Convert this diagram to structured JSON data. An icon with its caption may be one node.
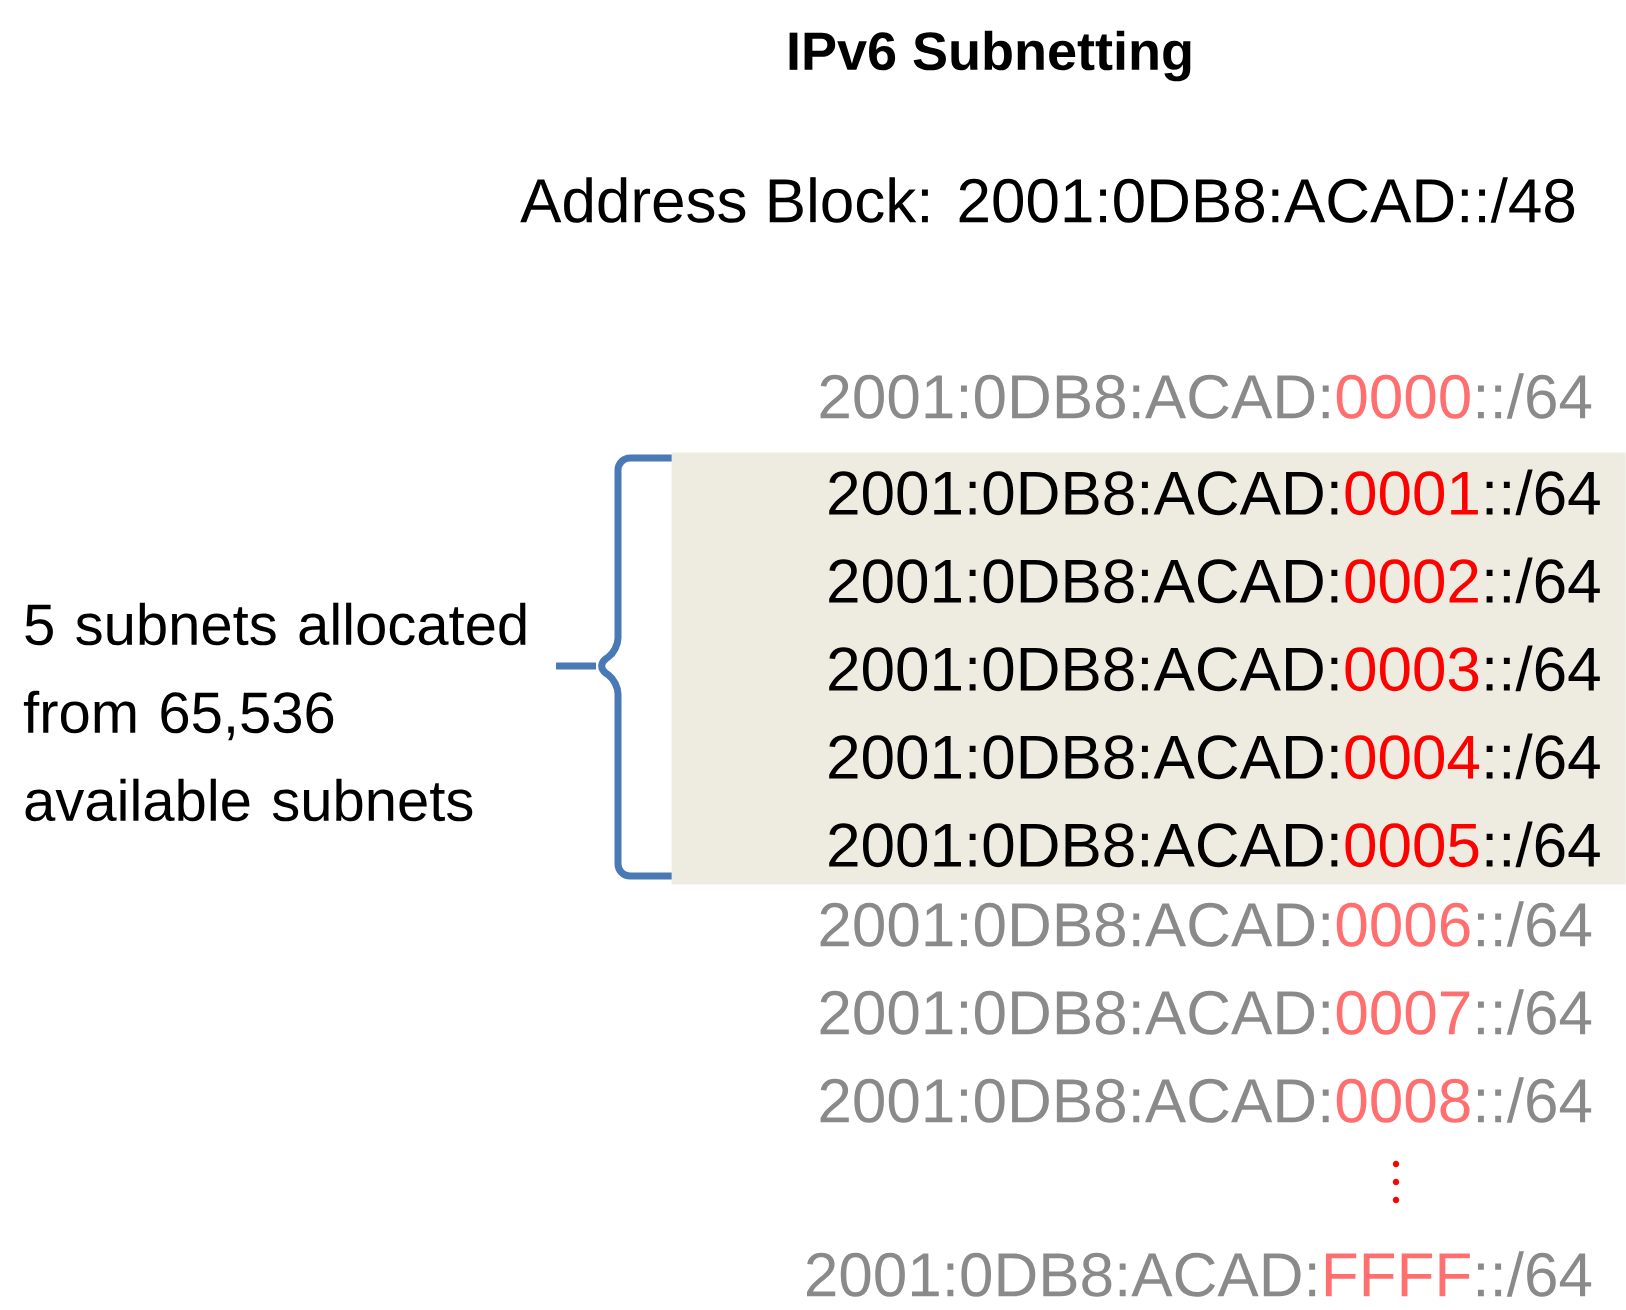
{
  "diagram": {
    "title": "IPv6 Subnetting",
    "nodes": [
      {
        "text": [
          "2001:0DB8:ACAD:",
          "0001",
          "::/64",
          "2001:0DB8:ACAD:",
          "0002",
          "::/64",
          "2001:0DB8:ACAD:",
          "0003",
          "::/64",
          "2001:0DB8:ACAD:",
          "0004",
          "::/64",
          "2001:0DB8:ACAD:",
          "0005",
          "::/64"
        ]
      }
    ],
    "labels": [
      "Address Block: 2001:0DB8:ACAD::/48",
      "2001:0DB8:ACAD:",
      "0000",
      "::/64",
      "5 subnets allocated from 65,536 available subnets",
      "2001:0DB8:ACAD:",
      "0006",
      "::/64",
      "2001:0DB8:ACAD:",
      "0007",
      "::/64",
      "2001:0DB8:ACAD:",
      "0008",
      "::/64",
      "2001:0DB8:ACAD:",
      "FFFF",
      "::/64"
    ]
  }
}
